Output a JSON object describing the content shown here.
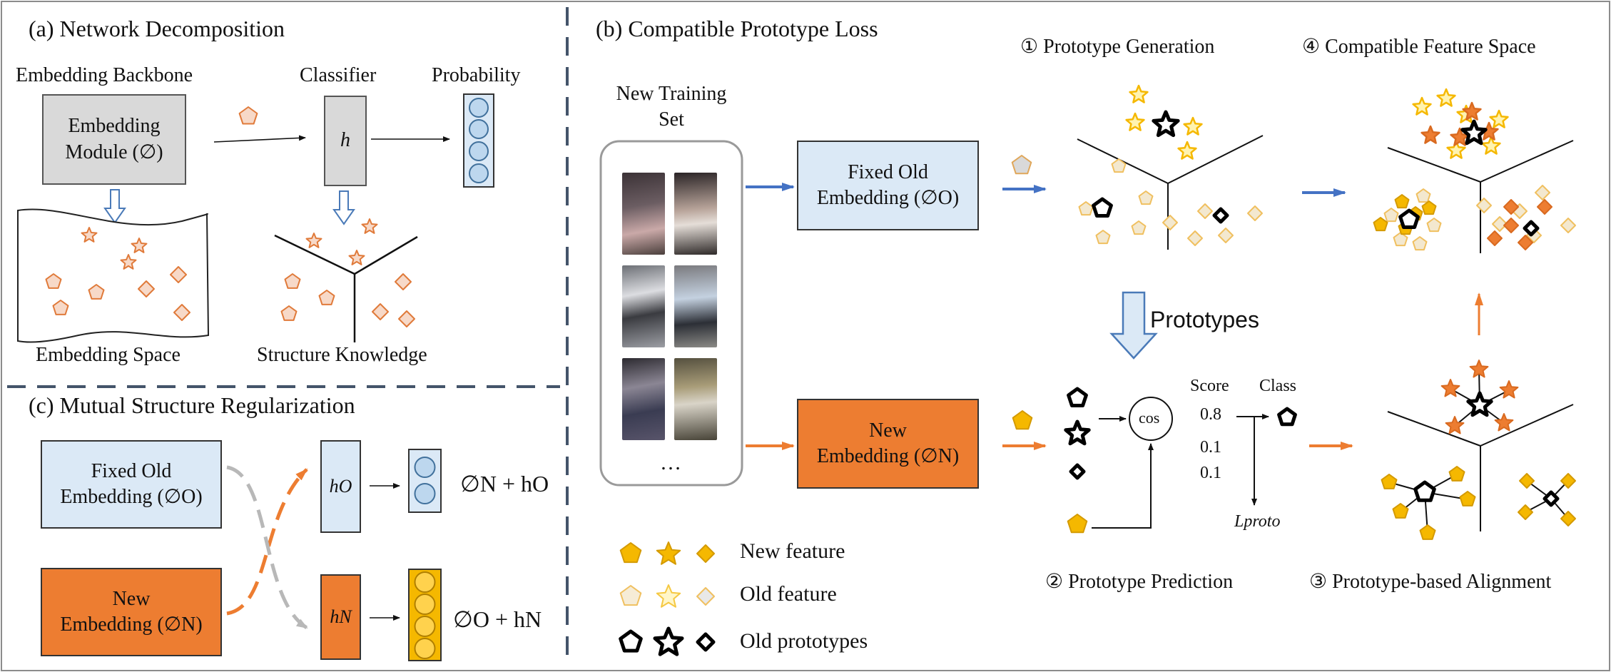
{
  "panel_a": {
    "title": "(a) Network Decomposition",
    "backbone_heading": "Embedding Backbone",
    "module_line1": "Embedding",
    "module_line2": "Module (∅)",
    "classifier_heading": "Classifier",
    "classifier_symbol": "h",
    "probability_heading": "Probability",
    "embedding_space_label": "Embedding Space",
    "structure_knowledge_label": "Structure Knowledge"
  },
  "panel_b": {
    "title": "(b) Compatible Prototype Loss",
    "training_set_line1": "New Training",
    "training_set_line2": "Set",
    "ellipsis": "…",
    "fixed_old_line1": "Fixed Old",
    "fixed_old_line2": "Embedding (∅O)",
    "new_emb_line1": "New",
    "new_emb_line2": "Embedding (∅N)",
    "step1": "① Prototype Generation",
    "step2": "② Prototype Prediction",
    "step3": "③ Prototype-based Alignment",
    "step4": "④ Compatible Feature Space",
    "prototypes_label": "Prototypes",
    "cos_label": "cos",
    "score_heading": "Score",
    "class_heading": "Class",
    "scores": [
      "0.8",
      "0.1",
      "0.1"
    ],
    "loss_label": "Lproto",
    "legend": {
      "new_feature": "New feature",
      "old_feature": "Old feature",
      "old_prototypes": "Old prototypes"
    }
  },
  "panel_c": {
    "title": "(c) Mutual Structure Regularization",
    "fixed_old_line1": "Fixed Old",
    "fixed_old_line2": "Embedding (∅O)",
    "new_emb_line1": "New",
    "new_emb_line2": "Embedding (∅N)",
    "head_old": "hO",
    "head_new": "hN",
    "formula_top": "∅N + hO",
    "formula_bottom": "∅O + hN"
  },
  "colors": {
    "old_blue": "#dbe9f6",
    "new_orange": "#ed7d31",
    "gold": "#f5b800",
    "pale_feature": "#f3e8cf",
    "arrow_blue": "#4472c4",
    "dash": "#44546a"
  }
}
